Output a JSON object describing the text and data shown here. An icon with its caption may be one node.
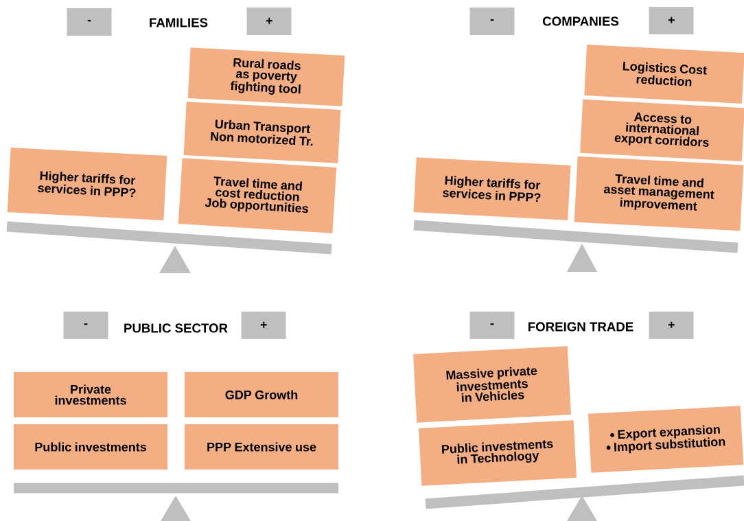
{
  "diagram": {
    "nodes": [
      {
        "text": [
          "-"
        ]
      },
      {
        "text": [
          "+"
        ]
      },
      {
        "text": [
          "Rural roads as poverty fighting tool"
        ]
      },
      {
        "text": [
          "Urban Transport Non motorized Tr."
        ]
      },
      {
        "text": [
          "Higher tariffs for services in PPP?"
        ]
      },
      {
        "text": [
          "Travel time and cost reduction Job opportunities"
        ]
      },
      {
        "text": [
          "-"
        ]
      },
      {
        "text": [
          "+"
        ]
      },
      {
        "text": [
          "Logistics Cost reduction"
        ]
      },
      {
        "text": [
          "Access to international export corridors"
        ]
      },
      {
        "text": [
          "Higher tariffs for services in PPP?"
        ]
      },
      {
        "text": [
          "Travel time and asset management improvement"
        ]
      },
      {
        "text": [
          "-"
        ]
      },
      {
        "text": [
          "+"
        ]
      },
      {
        "text": [
          "Private investments"
        ]
      },
      {
        "text": [
          "GDP Growth"
        ]
      },
      {
        "text": [
          "Public investments"
        ]
      },
      {
        "text": [
          "PPP Extensive use"
        ]
      },
      {
        "text": [
          "-"
        ]
      },
      {
        "text": [
          "+"
        ]
      },
      {
        "text": [
          "Massive private investments in Vehicles"
        ]
      },
      {
        "text": [
          "Public investments in Technology"
        ]
      },
      {
        "text": [
          "Export expansion",
          "Import substitution"
        ]
      }
    ],
    "labels": [
      "FAMILIES",
      "COMPANIES",
      "PUBLIC SECTOR",
      "FOREIGN TRADE"
    ]
  }
}
